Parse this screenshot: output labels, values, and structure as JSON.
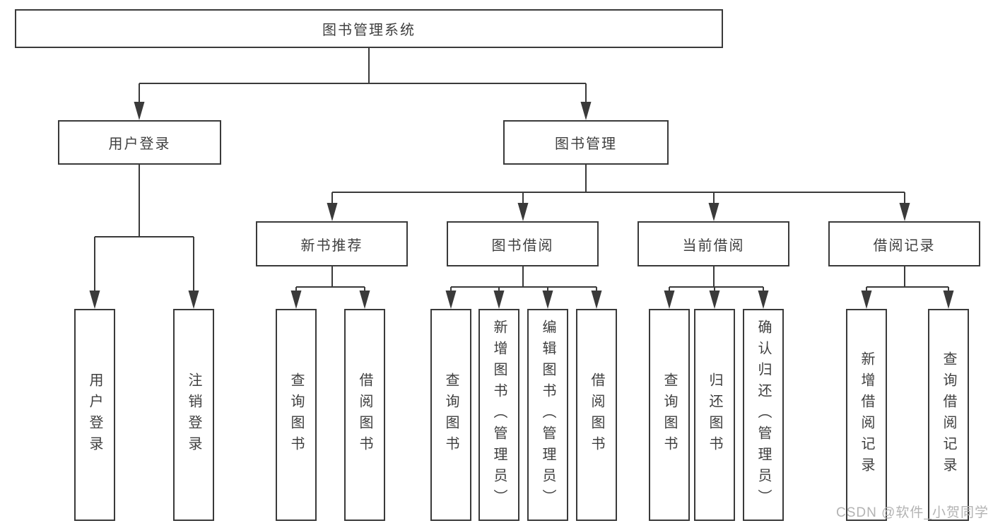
{
  "diagram": {
    "root": "图书管理系统",
    "level2": {
      "user_login": "用户登录",
      "book_management": "图书管理"
    },
    "user_login_children": [
      "用户登录",
      "注销登录"
    ],
    "book_management_children": [
      "新书推荐",
      "图书借阅",
      "当前借阅",
      "借阅记录"
    ],
    "new_book_children": [
      "查询图书",
      "借阅图书"
    ],
    "book_borrow_children": [
      "查询图书",
      "新增图书（管理员）",
      "编辑图书（管理员）",
      "借阅图书"
    ],
    "current_borrow_children": [
      "查询图书",
      "归还图书",
      "确认归还（管理员）"
    ],
    "borrow_record_children": [
      "新增借阅记录",
      "查询借阅记录"
    ]
  },
  "watermark": {
    "text": "CSDN @软件_小贺同学"
  },
  "colors": {
    "line": "#3a3a3a",
    "text": "#3f3f3f",
    "watermark": "#b3b3b3"
  }
}
